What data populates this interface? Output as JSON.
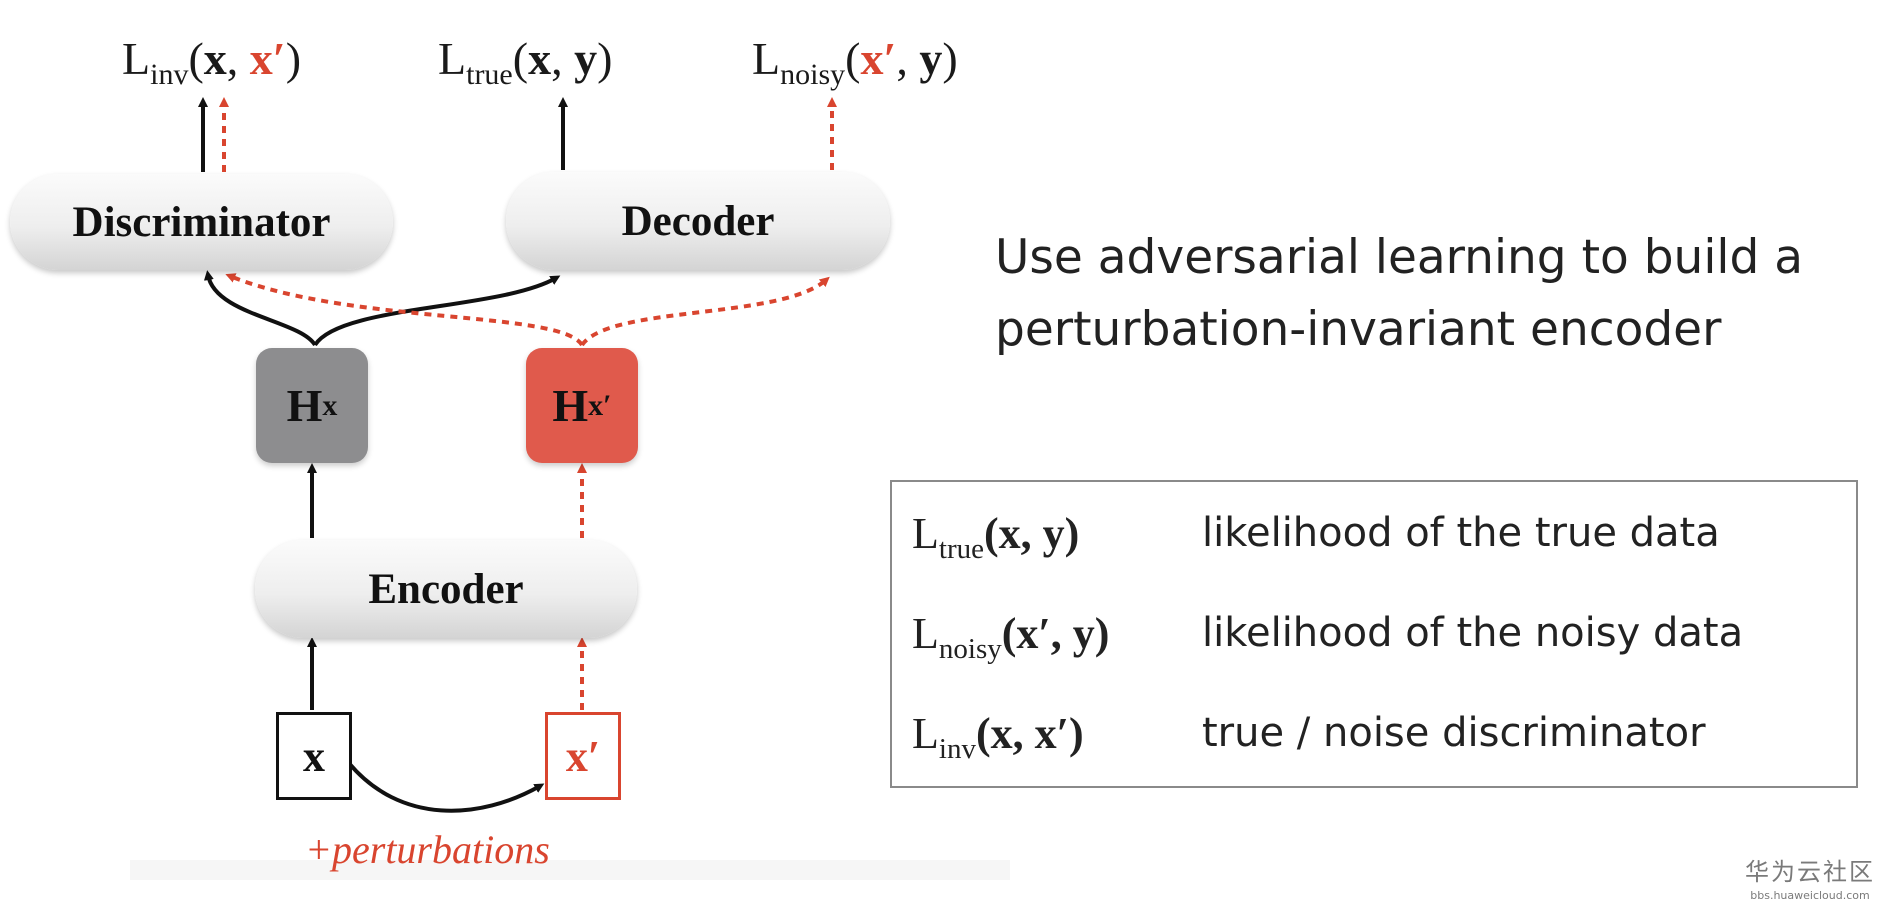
{
  "losses": {
    "inv": {
      "L": "L",
      "sub": "inv",
      "arg1": "x",
      "sep": ", ",
      "arg2": "x′",
      "open": "(",
      "close": ")"
    },
    "true": {
      "L": "L",
      "sub": "true",
      "arg1": "x",
      "sep": ", ",
      "arg2": "y",
      "open": "(",
      "close": ")"
    },
    "noisy": {
      "L": "L",
      "sub": "noisy",
      "arg1": "x′",
      "sep": ", ",
      "arg2": "y",
      "open": "(",
      "close": ")"
    }
  },
  "nodes": {
    "discriminator": "Discriminator",
    "decoder": "Decoder",
    "encoder": "Encoder"
  },
  "hidden": {
    "hx": {
      "H": "H",
      "sub": "x"
    },
    "hx2": {
      "H": "H",
      "sub": "x′"
    }
  },
  "inputs": {
    "x": "x",
    "x_prime": "x′"
  },
  "perturbations": "+perturbations",
  "headline": "Use adversarial learning to build a perturbation-invariant encoder",
  "legend": [
    {
      "L": "L",
      "sub": "true",
      "args": "(x, y)",
      "desc": "likelihood of the true data"
    },
    {
      "L": "L",
      "sub": "noisy",
      "args": "(x′, y)",
      "desc": "likelihood of the noisy data"
    },
    {
      "L": "L",
      "sub": "inv",
      "args": "(x, x′)",
      "desc": "true / noise discriminator"
    }
  ],
  "watermark": {
    "main": "华为云社区",
    "sub": "bbs.huaweicloud.com"
  },
  "colors": {
    "clean_path": "#111111",
    "noisy_path": "#d9452f",
    "hx_box": "#8d8d8f",
    "hx_prime_box": "#e05a4c"
  }
}
